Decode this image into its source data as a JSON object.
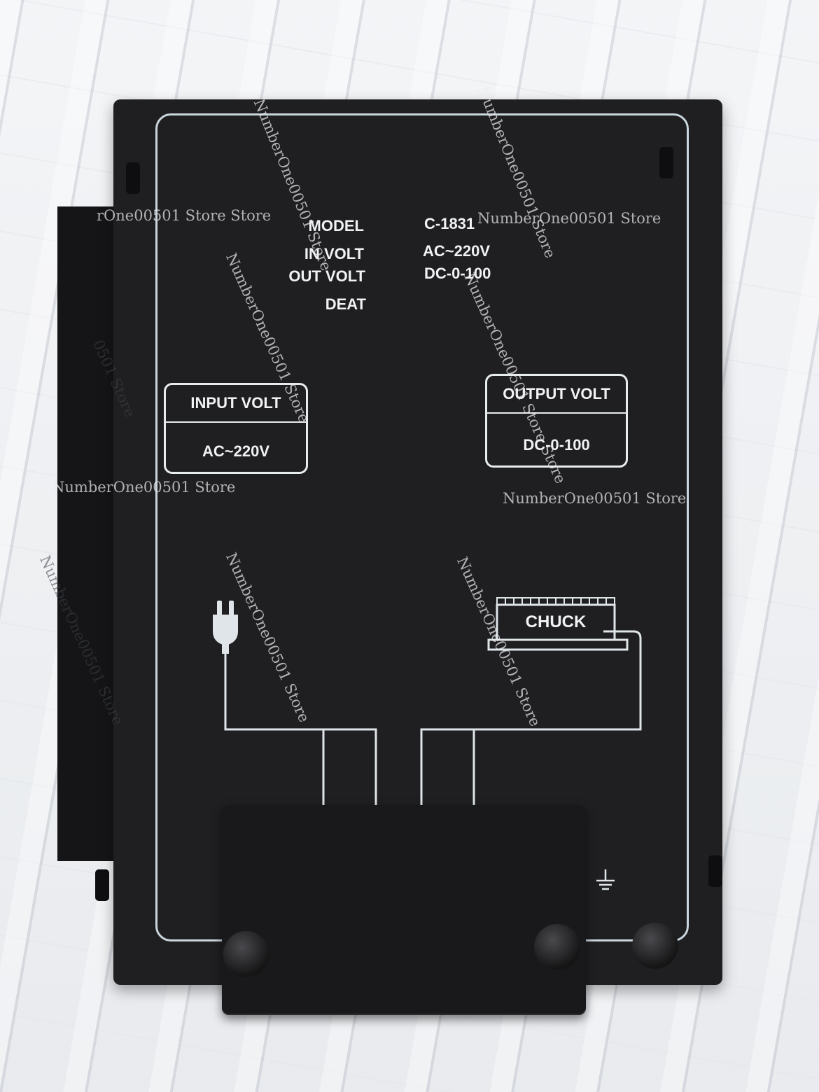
{
  "panel": {
    "specs": [
      {
        "label": "MODEL",
        "value": "C-1831"
      },
      {
        "label": "IN VOLT",
        "value": "AC~220V"
      },
      {
        "label": "OUT VOLT",
        "value": "DC-0-100"
      },
      {
        "label": "DEAT",
        "value": ""
      }
    ],
    "input_box": {
      "title": "INPUT  VOLT",
      "value": "AC~220V"
    },
    "output_box": {
      "title": "OUTPUT  VOLT",
      "value": "DC-0-100"
    },
    "chuck_label": "CHUCK",
    "icons": [
      "plug-icon",
      "chuck-icon",
      "ground-icon",
      "screw-icon"
    ]
  },
  "watermarks": {
    "w1": "NumberOne00501 Store",
    "w2": "NumberOne00501 Store",
    "w3": "rOne00501 Store Store",
    "w4": "NumberOne00501 Store",
    "w5": "NumberOne00501 Store",
    "w6": "0501 Store",
    "w7": "NumberOne00501 Store Store",
    "w8": "NumberOne00501 Store",
    "w9": "NumberOne00501 Store",
    "w10": "NumberOne00501 Store",
    "w11": "NumberOne00501 Store",
    "w12": "NumberOne00501 Store"
  },
  "colors": {
    "device": "#1f1f21",
    "panel_line": "#c9d6dd",
    "text": "#f0f2f4",
    "background": "#e9ebee"
  }
}
